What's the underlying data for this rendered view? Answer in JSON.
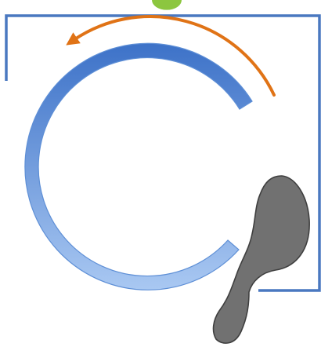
{
  "diagram": {
    "colors": {
      "background": "#ffffff",
      "frame": "#4a78c0",
      "arc_light": "#a9c8f2",
      "arc_dark": "#3d72c8",
      "arc_outline": "#5e8fd6",
      "arrow": "#e07316",
      "cap": "#8cc63f",
      "hand_fill": "#717171",
      "hand_stroke": "#3f3f3f"
    },
    "elements": {
      "frame": "open-rectangle-frame",
      "ring": "open-ring-gradient",
      "arrow": "counter-clockwise-arrow-icon",
      "cap": "green-semicircle",
      "hand": "hand-silhouette-icon"
    }
  }
}
